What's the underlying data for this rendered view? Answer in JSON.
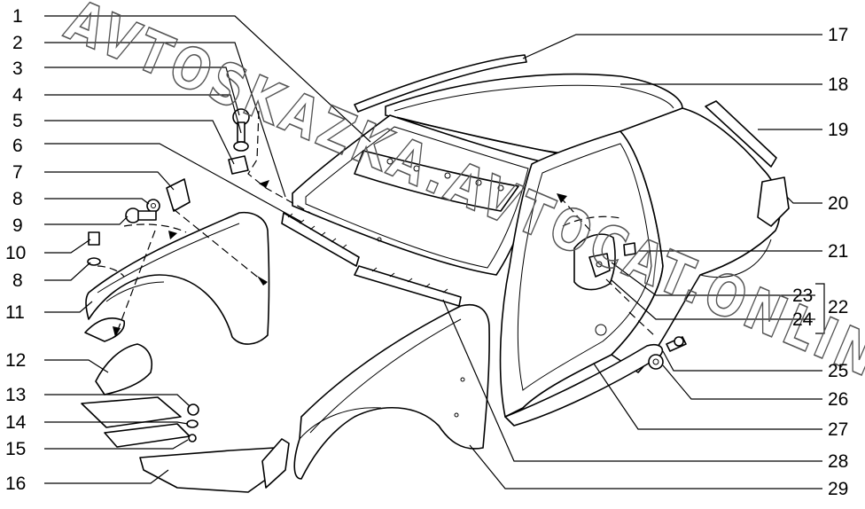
{
  "watermark": "AVTOSKAZKA.AVTOCAT.ONLINE",
  "callouts_left": [
    "1",
    "2",
    "3",
    "4",
    "5",
    "6",
    "7",
    "8",
    "9",
    "10",
    "8",
    "11",
    "12",
    "13",
    "14",
    "15",
    "16"
  ],
  "callouts_right": [
    "17",
    "18",
    "19",
    "20",
    "21",
    "23",
    "24",
    "22",
    "25",
    "26",
    "27",
    "28",
    "29"
  ]
}
